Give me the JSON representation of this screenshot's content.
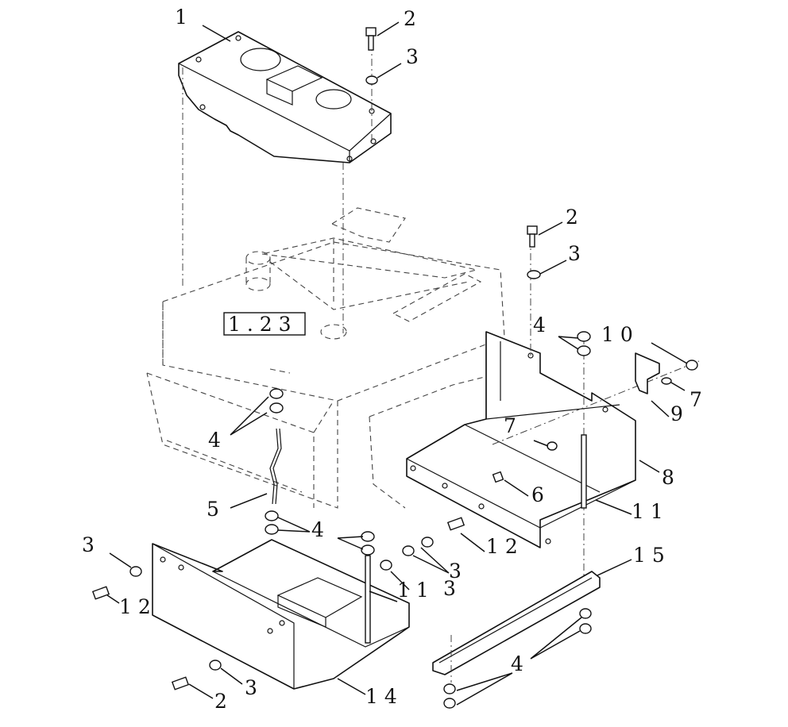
{
  "reference_box": "1 . 2 3",
  "callouts": [
    {
      "id": "c1",
      "text": "1"
    },
    {
      "id": "c2a",
      "text": "2"
    },
    {
      "id": "c3a",
      "text": "3"
    },
    {
      "id": "c2b",
      "text": "2"
    },
    {
      "id": "c3b",
      "text": "3"
    },
    {
      "id": "c4a",
      "text": "4"
    },
    {
      "id": "c10",
      "text": "1 0"
    },
    {
      "id": "c7a",
      "text": "7"
    },
    {
      "id": "c9",
      "text": "9"
    },
    {
      "id": "c7b",
      "text": "7"
    },
    {
      "id": "c8",
      "text": "8"
    },
    {
      "id": "c6",
      "text": "6"
    },
    {
      "id": "c11a",
      "text": "1 1"
    },
    {
      "id": "c4b",
      "text": "4"
    },
    {
      "id": "c5",
      "text": "5"
    },
    {
      "id": "c4c",
      "text": "4"
    },
    {
      "id": "c12a",
      "text": "1 2"
    },
    {
      "id": "c3c",
      "text": "3"
    },
    {
      "id": "c3d",
      "text": "3"
    },
    {
      "id": "c11b",
      "text": "1 1"
    },
    {
      "id": "c3e",
      "text": "3"
    },
    {
      "id": "c12b",
      "text": "1 2"
    },
    {
      "id": "c15",
      "text": "1 5"
    },
    {
      "id": "c4d",
      "text": "4"
    },
    {
      "id": "c3f",
      "text": "3"
    },
    {
      "id": "c2c",
      "text": "2"
    },
    {
      "id": "c14",
      "text": "1 4"
    }
  ]
}
